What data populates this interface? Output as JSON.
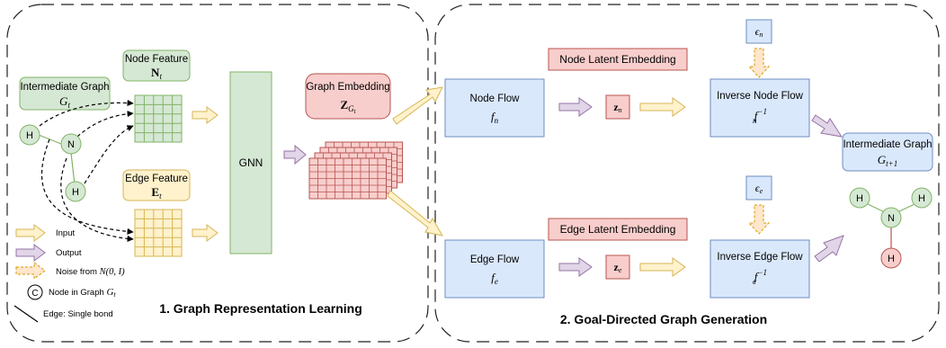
{
  "colors": {
    "green_fill": "#d5e8d4",
    "green_stroke": "#82b366",
    "yellow_fill": "#fff2cc",
    "yellow_stroke": "#d6b656",
    "red_fill": "#f8cecc",
    "red_stroke": "#b85450",
    "blue_fill": "#dae8fc",
    "blue_stroke": "#6c8ebf",
    "purple_fill": "#e1d5e7",
    "purple_stroke": "#9673a6",
    "orange_fill": "#ffe6cc",
    "orange_stroke": "#d79b00"
  },
  "section1": {
    "title": "1. Graph Representation Learning",
    "intermediate_graph": {
      "label": "Intermediate Graph",
      "math": "G",
      "sub": "t"
    },
    "node_feature": {
      "label": "Node Feature",
      "math": "N",
      "sub": "t"
    },
    "edge_feature": {
      "label": "Edge Feature",
      "math": "E",
      "sub": "t"
    },
    "gnn": "GNN",
    "graph_embedding": {
      "label": "Graph Embedding",
      "math": "Z",
      "sub": "G",
      "subsub": "t"
    },
    "molecule_nodes": [
      "H",
      "N",
      "H"
    ],
    "legend": {
      "input": "Input",
      "output": "Output",
      "noise": "Noise from",
      "noise_math": "N(0, I)",
      "node_symbol": "C",
      "node_in_graph": "Node in Graph",
      "node_math": "G",
      "node_sub": "t",
      "edge": "Edge: Single bond"
    }
  },
  "section2": {
    "title": "2. Goal-Directed Graph Generation",
    "node_latent_embedding": "Node Latent Embedding",
    "edge_latent_embedding": "Edge Latent Embedding",
    "node_flow": {
      "label": "Node Flow",
      "math": "f",
      "sub": "n"
    },
    "edge_flow": {
      "label": "Edge Flow",
      "math": "f",
      "sub": "e"
    },
    "z_n": {
      "math": "z",
      "sub": "n"
    },
    "z_e": {
      "math": "z",
      "sub": "e"
    },
    "eps_n": {
      "math": "ϵ",
      "sub": "n"
    },
    "eps_e": {
      "math": "ϵ",
      "sub": "e"
    },
    "inverse_node_flow": {
      "label": "Inverse Node Flow",
      "math": "f",
      "sub": "n",
      "sup": "−1"
    },
    "inverse_edge_flow": {
      "label": "Inverse Edge Flow",
      "math": "f",
      "sub": "e",
      "sup": "−1"
    },
    "output_graph": {
      "label": "Intermediate Graph",
      "math": "G",
      "sub": "t+1"
    },
    "molecule_nodes": [
      "H",
      "N",
      "H",
      "H"
    ]
  }
}
